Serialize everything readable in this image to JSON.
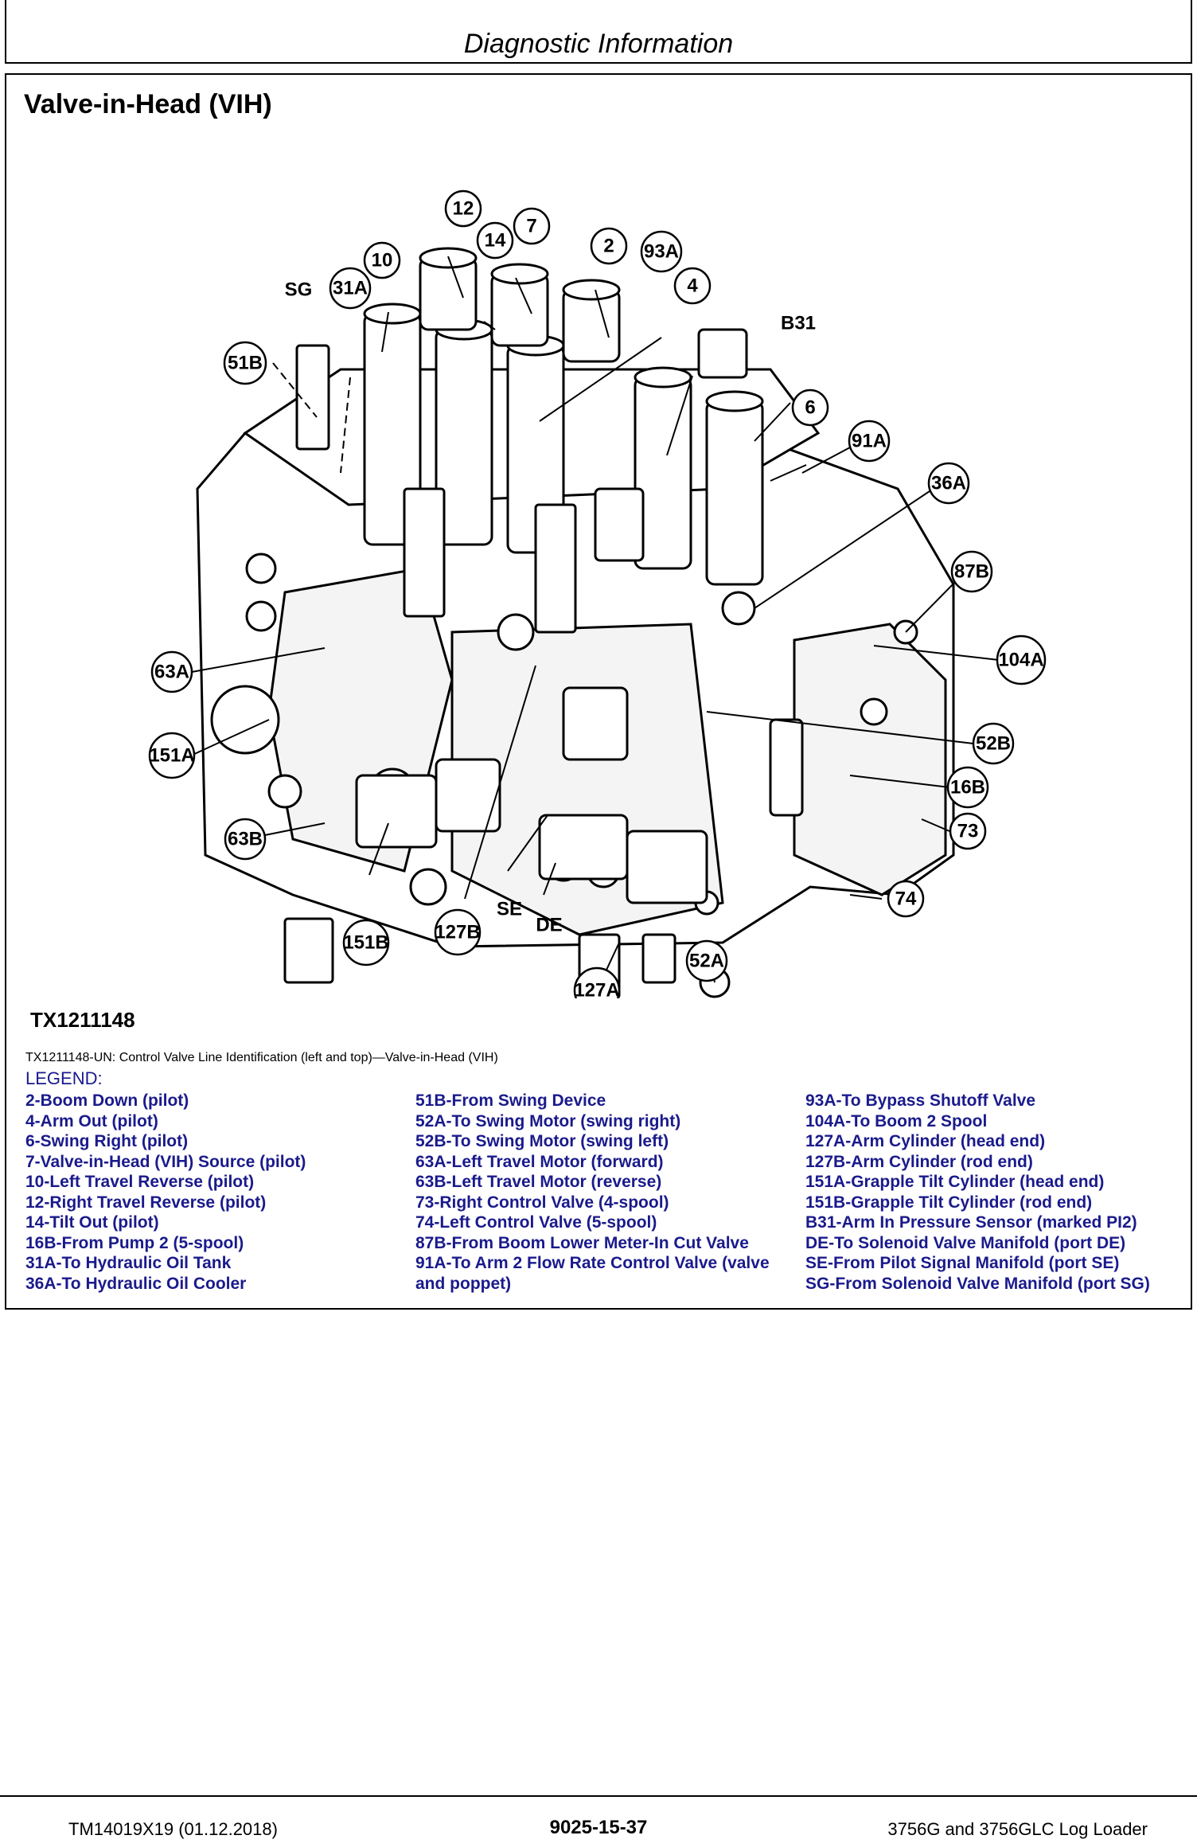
{
  "header": {
    "title": "Diagnostic Information"
  },
  "section": {
    "title": "Valve-in-Head (VIH)"
  },
  "figure": {
    "id": "TX1211148",
    "caption": "TX1211148-UN: Control Valve Line Identification (left and top)—Valve-in-Head (VIH)",
    "callouts": [
      "12",
      "14",
      "7",
      "2",
      "93A",
      "10",
      "4",
      "SG",
      "31A",
      "B31",
      "51B",
      "6",
      "91A",
      "36A",
      "87B",
      "63A",
      "104A",
      "52B",
      "151A",
      "16B",
      "73",
      "63B",
      "74",
      "SE",
      "DE",
      "151B",
      "127B",
      "52A",
      "127A"
    ]
  },
  "legend": {
    "title": "LEGEND:",
    "col1": [
      "2-Boom Down (pilot)",
      "4-Arm Out (pilot)",
      "6-Swing Right (pilot)",
      "7-Valve-in-Head (VIH) Source (pilot)",
      "10-Left Travel Reverse (pilot)",
      "12-Right Travel Reverse (pilot)",
      "14-Tilt Out (pilot)",
      "16B-From Pump 2 (5-spool)",
      "31A-To Hydraulic Oil Tank",
      "36A-To Hydraulic Oil Cooler"
    ],
    "col2": [
      "51B-From Swing Device",
      "52A-To Swing Motor (swing right)",
      "52B-To Swing Motor (swing left)",
      "63A-Left Travel Motor (forward)",
      "63B-Left Travel Motor (reverse)",
      "73-Right Control Valve (4-spool)",
      "74-Left Control Valve (5-spool)",
      "87B-From Boom Lower Meter-In Cut Valve",
      "91A-To Arm 2 Flow Rate Control Valve (valve",
      "and poppet)"
    ],
    "col3": [
      "93A-To Bypass Shutoff Valve",
      "104A-To Boom 2 Spool",
      "127A-Arm Cylinder (head end)",
      "127B-Arm Cylinder (rod end)",
      "151A-Grapple Tilt Cylinder (head end)",
      "151B-Grapple Tilt Cylinder (rod end)",
      "B31-Arm In Pressure Sensor (marked PI2)",
      "DE-To Solenoid Valve Manifold (port DE)",
      "SE-From Pilot Signal Manifold (port SE)",
      "SG-From Solenoid Valve Manifold (port SG)"
    ]
  },
  "footer": {
    "left": "TM14019X19 (01.12.2018)",
    "center": "9025-15-37",
    "right": "3756G and 3756GLC Log Loader"
  }
}
